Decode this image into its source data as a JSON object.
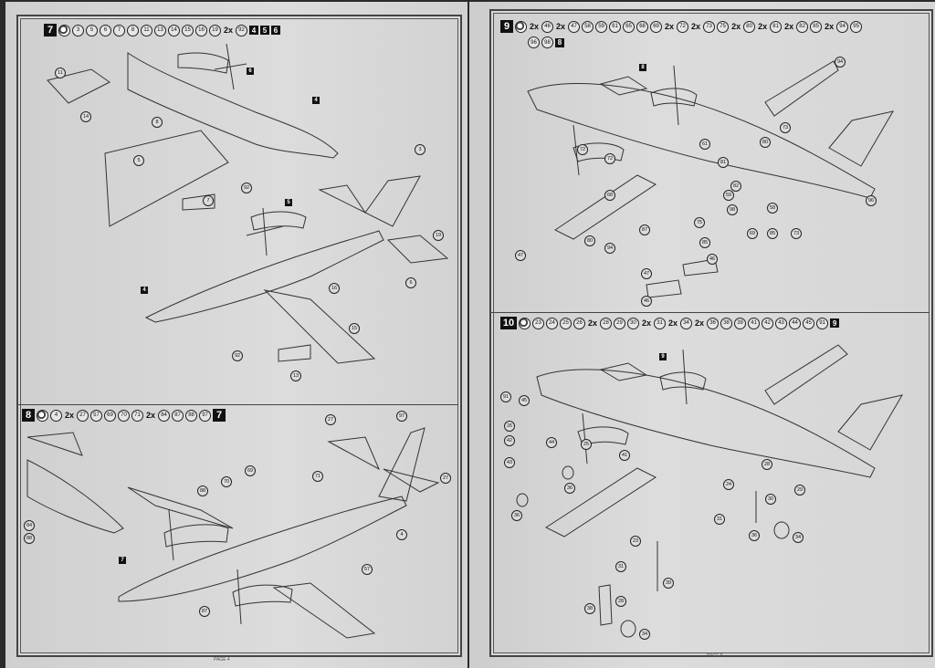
{
  "pages": [
    {
      "page_label": "PAGE 4",
      "steps": [
        {
          "number": "7",
          "glue": true,
          "parts": [
            {
              "n": "3"
            },
            {
              "n": "5"
            },
            {
              "n": "6"
            },
            {
              "n": "7"
            },
            {
              "n": "8"
            },
            {
              "n": "11"
            },
            {
              "n": "13"
            },
            {
              "n": "14"
            },
            {
              "n": "15"
            },
            {
              "n": "16"
            },
            {
              "n": "19"
            },
            {
              "n": "92",
              "qty": "2x"
            }
          ],
          "subassemblies": [
            "4",
            "5",
            "6"
          ],
          "callouts": [
            "11",
            "14",
            "8",
            "5",
            "7",
            "92",
            "3",
            "19",
            "6",
            "16",
            "15",
            "92",
            "13"
          ],
          "refs": [
            "6",
            "4",
            "5",
            "4"
          ]
        },
        {
          "number": "8",
          "glue": true,
          "parts": [
            {
              "n": "4"
            },
            {
              "n": "27",
              "qty": "2x"
            },
            {
              "n": "57"
            },
            {
              "n": "69"
            },
            {
              "n": "70"
            },
            {
              "n": "71"
            },
            {
              "n": "84",
              "qty": "2x"
            },
            {
              "n": "87"
            },
            {
              "n": "88"
            },
            {
              "n": "97"
            }
          ],
          "subassemblies": [
            "7"
          ],
          "callouts": [
            "84",
            "88",
            "27",
            "97",
            "27",
            "88",
            "70",
            "69",
            "71",
            "4",
            "57",
            "87"
          ],
          "refs": [
            "7"
          ]
        }
      ]
    },
    {
      "page_label": "PAGE 5",
      "steps": [
        {
          "number": "9",
          "glue": true,
          "parts": [
            {
              "n": "46",
              "qty": "2x"
            },
            {
              "n": "47",
              "qty": "2x"
            },
            {
              "n": "58"
            },
            {
              "n": "59"
            },
            {
              "n": "61"
            },
            {
              "n": "65"
            },
            {
              "n": "68"
            },
            {
              "n": "69"
            },
            {
              "n": "72",
              "qty": "2x"
            },
            {
              "n": "73",
              "qty": "2x"
            },
            {
              "n": "75"
            },
            {
              "n": "80",
              "qty": "2x"
            },
            {
              "n": "81",
              "qty": "2x"
            },
            {
              "n": "82",
              "qty": "2x"
            },
            {
              "n": "85"
            },
            {
              "n": "94",
              "qty": "2x"
            },
            {
              "n": "95"
            },
            {
              "n": "96"
            },
            {
              "n": "98"
            }
          ],
          "subassemblies": [
            "8"
          ],
          "callouts": [
            "94",
            "73",
            "80",
            "72",
            "61",
            "81",
            "82",
            "58",
            "59",
            "96",
            "72",
            "68",
            "98",
            "75",
            "87",
            "85",
            "69",
            "85",
            "73",
            "80",
            "94",
            "47",
            "46",
            "47",
            "46"
          ],
          "refs": [
            "8"
          ]
        },
        {
          "number": "10",
          "glue": true,
          "parts": [
            {
              "n": "23"
            },
            {
              "n": "24"
            },
            {
              "n": "25"
            },
            {
              "n": "26"
            },
            {
              "n": "28",
              "qty": "2x"
            },
            {
              "n": "29"
            },
            {
              "n": "30"
            },
            {
              "n": "31",
              "qty": "2x"
            },
            {
              "n": "34",
              "qty": "2x"
            },
            {
              "n": "36",
              "qty": "2x"
            },
            {
              "n": "38"
            },
            {
              "n": "39"
            },
            {
              "n": "41"
            },
            {
              "n": "42"
            },
            {
              "n": "43"
            },
            {
              "n": "44"
            },
            {
              "n": "45"
            },
            {
              "n": "91"
            }
          ],
          "subassemblies": [
            "9"
          ],
          "callouts": [
            "91",
            "45",
            "26",
            "42",
            "43",
            "44",
            "25",
            "41",
            "36",
            "36",
            "24",
            "28",
            "29",
            "30",
            "31",
            "36",
            "34",
            "23",
            "31",
            "28",
            "38",
            "39",
            "34"
          ],
          "refs": [
            "9"
          ]
        }
      ]
    }
  ]
}
